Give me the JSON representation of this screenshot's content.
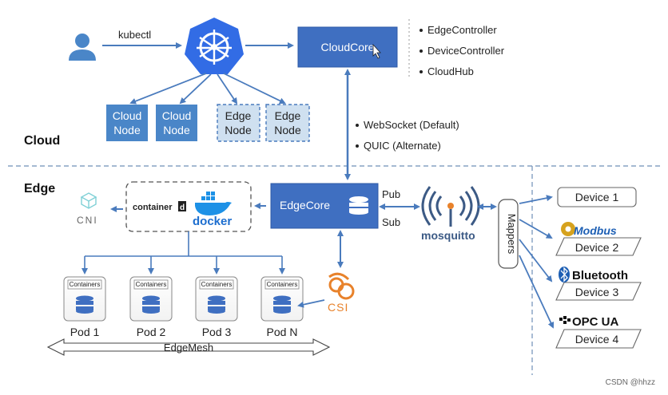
{
  "cloud_label": "Cloud",
  "edge_label": "Edge",
  "kubectl": "kubectl",
  "cloudcore": {
    "label": "CloudCore",
    "components": [
      "EdgeController",
      "DeviceController",
      "CloudHub"
    ]
  },
  "nodes": [
    {
      "line1": "Cloud",
      "line2": "Node"
    },
    {
      "line1": "Cloud",
      "line2": "Node"
    },
    {
      "line1": "Edge",
      "line2": "Node"
    },
    {
      "line1": "Edge",
      "line2": "Node"
    }
  ],
  "protocols": [
    "WebSocket (Default)",
    "QUIC (Alternate)"
  ],
  "edgecore": "EdgeCore",
  "pub": "Pub",
  "sub": "Sub",
  "mosquitto": "mosquitto",
  "mappers": "Mappers",
  "cni": "CNI",
  "containerd": "container",
  "containerd_d": "d",
  "docker": "docker",
  "csi": "CSI",
  "containers_label": "Containers",
  "pods": [
    "Pod 1",
    "Pod 2",
    "Pod 3",
    "Pod N"
  ],
  "edgemesh": "EdgeMesh",
  "devices": [
    {
      "name": "Device 1",
      "logo": ""
    },
    {
      "name": "Device 2",
      "logo": "Modbus"
    },
    {
      "name": "Device 3",
      "logo": "Bluetooth"
    },
    {
      "name": "Device 4",
      "logo": "OPC UA"
    }
  ],
  "watermark": "CSDN @hhzz",
  "colors": {
    "blue": "#3f6fc1",
    "blue_dark": "#2d5aa6",
    "node_blue": "#4a86c8",
    "node_light": "#cfe0f0",
    "arrow": "#4a7bbd",
    "k8s": "#326ce5",
    "csi_orange": "#e8822b",
    "modbus_gold": "#d6a21e",
    "opc_dark": "#111111"
  }
}
